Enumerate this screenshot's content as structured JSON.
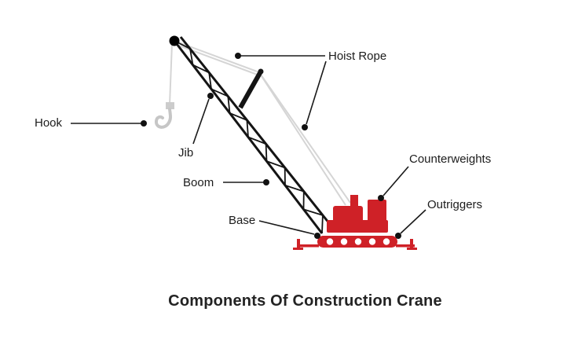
{
  "title": "Components Of Construction Crane",
  "labels": {
    "hoist_rope": "Hoist Rope",
    "hook": "Hook",
    "jib": "Jib",
    "boom": "Boom",
    "base": "Base",
    "counterweights": "Counterweights",
    "outriggers": "Outriggers"
  },
  "colors": {
    "background": "#ffffff",
    "crane_red": "#cf2127",
    "structure_black": "#141414",
    "rope_gray": "#d5d5d5",
    "hook_gray": "#c6c6c6",
    "leader_line": "#1a1a1a",
    "text": "#1c1c1c"
  }
}
